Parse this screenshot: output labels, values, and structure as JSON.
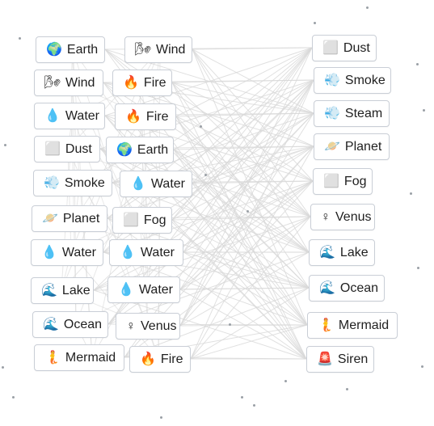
{
  "left_column_a": [
    {
      "label": "Earth",
      "icon": "globe-icon",
      "glyph": "🌍"
    },
    {
      "label": "Wind",
      "icon": "wind-icon",
      "glyph": "🌬"
    },
    {
      "label": "Water",
      "icon": "droplet-icon",
      "glyph": "💧"
    },
    {
      "label": "Dust",
      "icon": "dust-icon",
      "glyph": "⬜"
    },
    {
      "label": "Smoke",
      "icon": "smoke-icon",
      "glyph": "💨"
    },
    {
      "label": "Planet",
      "icon": "planet-icon",
      "glyph": "🪐"
    },
    {
      "label": "Water",
      "icon": "droplet-icon",
      "glyph": "💧"
    },
    {
      "label": "Lake",
      "icon": "wave-icon",
      "glyph": "🌊"
    },
    {
      "label": "Ocean",
      "icon": "wave-icon",
      "glyph": "🌊"
    },
    {
      "label": "Mermaid",
      "icon": "mermaid-icon",
      "glyph": "🧜"
    }
  ],
  "left_column_b": [
    {
      "label": "Wind",
      "icon": "wind-icon",
      "glyph": "🌬"
    },
    {
      "label": "Fire",
      "icon": "fire-icon",
      "glyph": "🔥"
    },
    {
      "label": "Fire",
      "icon": "fire-icon",
      "glyph": "🔥"
    },
    {
      "label": "Earth",
      "icon": "globe-icon",
      "glyph": "🌍"
    },
    {
      "label": "Water",
      "icon": "droplet-icon",
      "glyph": "💧"
    },
    {
      "label": "Fog",
      "icon": "fog-icon",
      "glyph": "⬜"
    },
    {
      "label": "Water",
      "icon": "droplet-icon",
      "glyph": "💧"
    },
    {
      "label": "Water",
      "icon": "droplet-icon",
      "glyph": "💧"
    },
    {
      "label": "Venus",
      "icon": "venus-icon",
      "glyph": "♀"
    },
    {
      "label": "Fire",
      "icon": "fire-icon",
      "glyph": "🔥"
    }
  ],
  "right_column": [
    {
      "label": "Dust",
      "icon": "dust-icon",
      "glyph": "⬜"
    },
    {
      "label": "Smoke",
      "icon": "smoke-icon",
      "glyph": "💨"
    },
    {
      "label": "Steam",
      "icon": "steam-icon",
      "glyph": "💨"
    },
    {
      "label": "Planet",
      "icon": "planet-icon",
      "glyph": "🪐"
    },
    {
      "label": "Fog",
      "icon": "fog-icon",
      "glyph": "⬜"
    },
    {
      "label": "Venus",
      "icon": "venus-icon",
      "glyph": "♀"
    },
    {
      "label": "Lake",
      "icon": "wave-icon",
      "glyph": "🌊"
    },
    {
      "label": "Ocean",
      "icon": "wave-icon",
      "glyph": "🌊"
    },
    {
      "label": "Mermaid",
      "icon": "mermaid-icon",
      "glyph": "🧜"
    },
    {
      "label": "Siren",
      "icon": "siren-icon",
      "glyph": "🚨"
    }
  ],
  "colors": {
    "tile_border": "#c9ced6",
    "connection_line": "#d9d9d9",
    "background": "#ffffff"
  }
}
